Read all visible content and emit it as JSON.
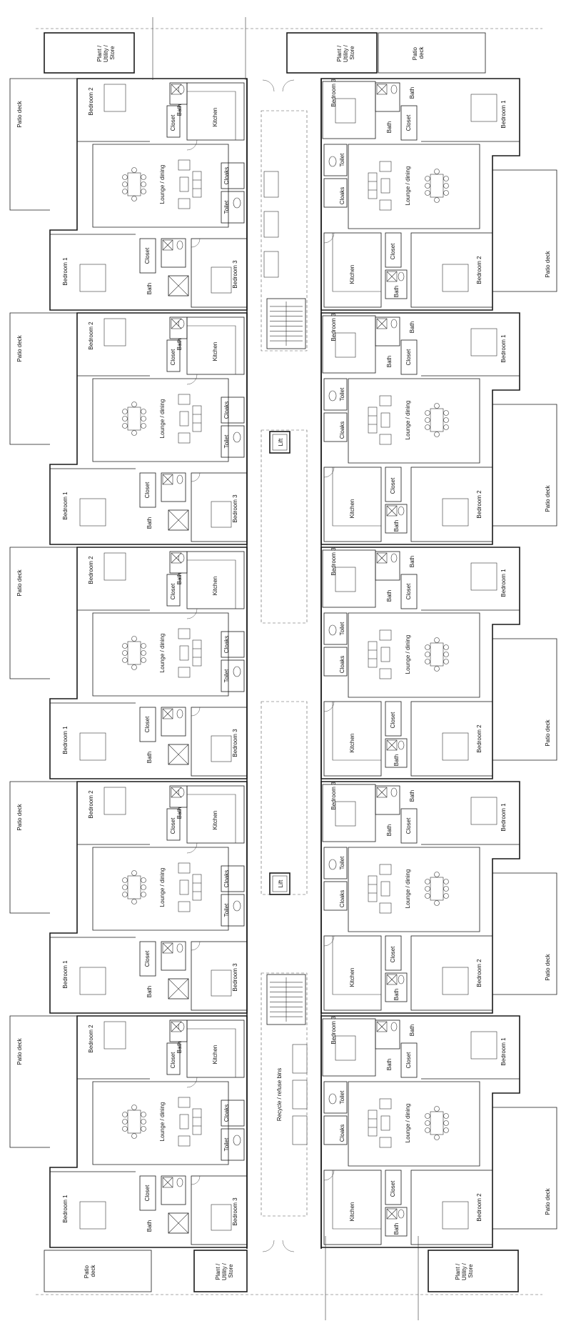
{
  "labels": {
    "bedroom1": "Bedroom 1",
    "bedroom2": "Bedroom 2",
    "bedroom3": "Bedroom 3",
    "bath": "Bath",
    "closet": "Closet",
    "kitchen": "Kitchen",
    "lounge": "Lounge / dining",
    "cloaks": "Cloaks",
    "toilet": "Toilet",
    "patio": "Patio deck",
    "patio_line1": "Patio",
    "patio_line2": "deck",
    "plant_line1": "Plant /",
    "plant_line2": "Utility /",
    "plant_line3": "Store",
    "lift": "Lift",
    "recycle": "Recycle / refuse bins"
  },
  "layout": {
    "apartments_per_side": 5,
    "lifts": 2,
    "stairs": 2
  }
}
